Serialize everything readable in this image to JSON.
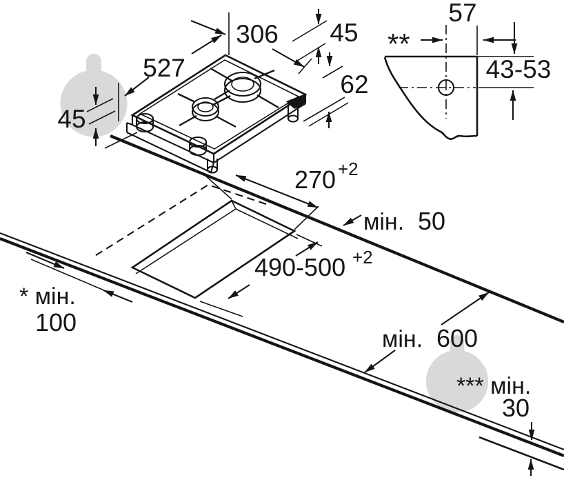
{
  "document": {
    "type": "installation dimension diagram",
    "product": "two-burner domino gas hob"
  },
  "colors": {
    "line": "#151515",
    "burner_fill": "#c6c6c6",
    "watermark": "#d9d9d9",
    "background": "#ffffff"
  },
  "hob_view": {
    "length": "527",
    "width": "306",
    "rim_height": "45",
    "body_height": "45",
    "total_depth": "62"
  },
  "connection_detail": {
    "note_marker": "**",
    "horizontal_offset": "57",
    "vertical_offset": "43-53"
  },
  "worktop_view": {
    "cutout_width": "270",
    "cutout_width_tolerance": "+2",
    "cutout_length": "490-500",
    "cutout_length_tolerance": "+2",
    "min_back_label": "мін.",
    "min_back_value": "50",
    "min_side_label": "* мін.",
    "min_side_value": "100",
    "min_depth_label": "мін.",
    "min_depth_value": "600",
    "min_rear_gap_label": "*** мін.",
    "min_rear_gap_value": "30"
  }
}
